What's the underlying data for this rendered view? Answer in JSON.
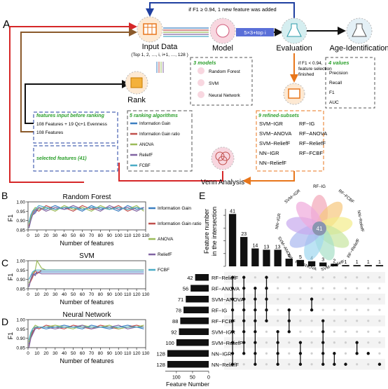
{
  "panel_labels": {
    "A": "A",
    "B": "B",
    "C": "C",
    "D": "D",
    "E": "E"
  },
  "workflow": {
    "feedback_top": "if F1 ≥ 0.94, 1 new feature was added",
    "input_data": "Input Data",
    "input_sub": "(Top 1, 2, …, i, i+1, …, 128 )",
    "model": "Model",
    "model_box": "5×3+top i",
    "evaluation": "Evaluation",
    "age_identification": "Age-Identification",
    "rank": "Rank",
    "condition_low": [
      "if F1 < 0.94,",
      "feature selection",
      "finished"
    ],
    "models_title": "3 models",
    "models": [
      "Random Forest",
      "SVM",
      "Neural Network"
    ],
    "values_title": "4 values",
    "values": [
      "Precision",
      "Recall",
      "F1",
      "AUC"
    ],
    "features_before_title": "features input before ranking",
    "features_before": [
      "108 Features + 19 Qc+1 Evenness",
      "108 Features"
    ],
    "selected_title": "selected features (41)",
    "algorithms_title": "5 ranking algorithms",
    "algorithms": [
      "Information Gain",
      "Information Gain ratio",
      "ANOVA",
      "ReliefF",
      "FCBF"
    ],
    "algorithm_colors": [
      "#3d7fc1",
      "#c0504d",
      "#9bbb59",
      "#8064a2",
      "#4bacc6"
    ],
    "refined_title": "9 refined-subsets",
    "refined_left": [
      "SVM−IGR",
      "SVM−ANOVA",
      "SVM−ReliefF",
      "NN−IGR",
      "NN−ReliefF"
    ],
    "refined_right": [
      "RF−IG",
      "RF−ANOVA",
      "RF−ReliefF",
      "RF−FCBF"
    ],
    "venn": "Venn Analysis"
  },
  "panel_E_labels": {
    "ylabel_top": "Feature number",
    "ylabel_bottom": "in the intersection",
    "xlabel_left": "Feature Number",
    "center_count": "41"
  },
  "chart_data": [
    {
      "panel": "B",
      "type": "line",
      "title": "Random Forest",
      "xlabel": "Number of features",
      "ylabel": "F1",
      "xlim": [
        0,
        130
      ],
      "ylim": [
        0.85,
        1.0
      ],
      "xticks": [
        0,
        10,
        20,
        30,
        40,
        50,
        60,
        70,
        80,
        90,
        100,
        110,
        120,
        130
      ],
      "yticks": [
        0.85,
        0.9,
        0.95,
        1.0
      ],
      "series": [
        {
          "name": "Information Gain",
          "x": [
            1,
            3,
            5,
            8,
            12,
            20,
            30,
            40,
            50,
            60,
            70,
            80,
            90,
            100,
            110,
            120,
            128
          ],
          "values": [
            0.86,
            0.9,
            0.93,
            0.95,
            0.97,
            0.96,
            0.98,
            0.96,
            0.97,
            0.95,
            0.98,
            0.96,
            0.97,
            0.95,
            0.98,
            0.96,
            0.97
          ]
        },
        {
          "name": "Information Gain ratio",
          "x": [
            1,
            3,
            5,
            8,
            12,
            20,
            30,
            40,
            50,
            60,
            70,
            80,
            90,
            100,
            110,
            120,
            128
          ],
          "values": [
            0.87,
            0.92,
            0.94,
            0.96,
            0.95,
            0.98,
            0.96,
            0.97,
            0.95,
            0.98,
            0.96,
            0.97,
            0.96,
            0.98,
            0.95,
            0.97,
            0.96
          ]
        },
        {
          "name": "ANOVA",
          "x": [
            1,
            3,
            5,
            8,
            12,
            20,
            30,
            40,
            50,
            60,
            70,
            80,
            90,
            100,
            110,
            120,
            128
          ],
          "values": [
            0.88,
            0.91,
            0.95,
            0.97,
            0.96,
            0.97,
            0.95,
            0.98,
            0.96,
            0.97,
            0.95,
            0.98,
            0.96,
            0.97,
            0.96,
            0.98,
            0.95
          ]
        },
        {
          "name": "ReliefF",
          "x": [
            1,
            3,
            5,
            8,
            12,
            20,
            30,
            40,
            50,
            60,
            70,
            80,
            90,
            100,
            110,
            120,
            128
          ],
          "values": [
            0.86,
            0.9,
            0.93,
            0.94,
            0.97,
            0.95,
            0.97,
            0.96,
            0.98,
            0.96,
            0.97,
            0.95,
            0.98,
            0.96,
            0.97,
            0.95,
            0.97
          ]
        },
        {
          "name": "FCBF",
          "x": [
            1,
            3,
            5,
            8,
            12,
            20,
            30,
            40,
            50,
            60,
            70,
            80,
            90,
            100,
            110,
            120,
            128
          ],
          "values": [
            0.89,
            0.93,
            0.95,
            0.96,
            0.98,
            0.97,
            0.96,
            0.97,
            0.97,
            0.96,
            0.97,
            0.97,
            0.96,
            0.97,
            0.96,
            0.97,
            0.96
          ]
        }
      ]
    },
    {
      "panel": "C",
      "type": "line",
      "title": "SVM",
      "xlabel": "Number of features",
      "ylabel": "F1",
      "xlim": [
        0,
        130
      ],
      "ylim": [
        0.85,
        1.0
      ],
      "xticks": [
        0,
        10,
        20,
        30,
        40,
        50,
        60,
        70,
        80,
        90,
        100,
        110,
        120,
        130
      ],
      "yticks": [
        0.85,
        0.9,
        0.95,
        1.0
      ],
      "series": [
        {
          "name": "Information Gain",
          "x": [
            1,
            3,
            5,
            8,
            10,
            15,
            20,
            30,
            128
          ],
          "values": [
            0.86,
            0.9,
            0.92,
            0.93,
            0.94,
            0.94,
            0.94,
            0.94,
            0.94
          ]
        },
        {
          "name": "Information Gain ratio",
          "x": [
            1,
            3,
            5,
            8,
            10,
            15,
            20,
            30,
            128
          ],
          "values": [
            0.87,
            0.89,
            0.91,
            0.95,
            0.93,
            0.95,
            0.95,
            0.95,
            0.95
          ]
        },
        {
          "name": "ANOVA",
          "x": [
            1,
            3,
            5,
            8,
            10,
            15,
            20,
            30,
            128
          ],
          "values": [
            0.88,
            0.9,
            0.93,
            0.95,
            1.0,
            0.96,
            0.95,
            0.95,
            0.95
          ]
        },
        {
          "name": "ReliefF",
          "x": [
            1,
            3,
            5,
            8,
            10,
            15,
            20,
            30,
            128
          ],
          "values": [
            0.86,
            0.9,
            0.93,
            0.92,
            0.94,
            0.93,
            0.93,
            0.93,
            0.93
          ]
        },
        {
          "name": "FCBF",
          "x": [
            1,
            3,
            5,
            8,
            10,
            15,
            20,
            30,
            128
          ],
          "values": [
            0.9,
            0.92,
            0.94,
            0.95,
            0.95,
            0.95,
            0.95,
            0.95,
            0.95
          ]
        }
      ]
    },
    {
      "panel": "D",
      "type": "line",
      "title": "Neural Network",
      "xlabel": "Number of features",
      "ylabel": "F1",
      "xlim": [
        0,
        130
      ],
      "ylim": [
        0.85,
        1.0
      ],
      "xticks": [
        0,
        10,
        20,
        30,
        40,
        50,
        60,
        70,
        80,
        90,
        100,
        110,
        120,
        130
      ],
      "yticks": [
        0.85,
        0.9,
        0.95,
        1.0
      ],
      "series": [
        {
          "name": "Information Gain",
          "x": [
            1,
            3,
            5,
            8,
            12,
            20,
            30,
            40,
            50,
            60,
            70,
            80,
            90,
            100,
            110,
            120,
            128
          ],
          "values": [
            0.87,
            0.91,
            0.94,
            0.95,
            0.96,
            0.95,
            0.96,
            0.97,
            0.96,
            0.95,
            0.97,
            0.96,
            0.95,
            0.96,
            0.97,
            0.96,
            0.95
          ]
        },
        {
          "name": "Information Gain ratio",
          "x": [
            1,
            3,
            5,
            8,
            12,
            20,
            30,
            40,
            50,
            60,
            70,
            80,
            90,
            100,
            110,
            120,
            128
          ],
          "values": [
            0.86,
            0.9,
            0.93,
            0.96,
            0.95,
            0.97,
            0.96,
            0.95,
            0.97,
            0.96,
            0.95,
            0.97,
            0.96,
            0.95,
            0.96,
            0.97,
            0.96
          ]
        },
        {
          "name": "ANOVA",
          "x": [
            1,
            3,
            5,
            8,
            12,
            20,
            30,
            40,
            50,
            60,
            70,
            80,
            90,
            100,
            110,
            120,
            128
          ],
          "values": [
            0.88,
            0.92,
            0.95,
            0.97,
            0.96,
            0.96,
            0.97,
            0.96,
            0.95,
            0.97,
            0.96,
            0.96,
            0.97,
            0.95,
            0.96,
            0.96,
            0.97
          ]
        },
        {
          "name": "ReliefF",
          "x": [
            1,
            3,
            5,
            8,
            12,
            20,
            30,
            40,
            50,
            60,
            70,
            80,
            90,
            100,
            110,
            120,
            128
          ],
          "values": [
            0.85,
            0.9,
            0.92,
            0.95,
            0.96,
            0.96,
            0.95,
            0.96,
            0.96,
            0.97,
            0.95,
            0.96,
            0.96,
            0.97,
            0.95,
            0.96,
            0.96
          ]
        },
        {
          "name": "FCBF",
          "x": [
            1,
            3,
            5,
            8,
            12,
            20,
            30,
            40,
            50,
            60,
            70,
            80,
            90,
            100,
            110,
            120,
            128
          ],
          "values": [
            0.89,
            0.93,
            0.95,
            0.96,
            0.96,
            0.96,
            0.96,
            0.96,
            0.96,
            0.96,
            0.96,
            0.96,
            0.96,
            0.96,
            0.96,
            0.96,
            0.96
          ]
        }
      ]
    },
    {
      "panel": "E",
      "type": "bar",
      "subtype": "upset",
      "ylabel": "Feature number in the intersection",
      "intersection_sizes": [
        41,
        23,
        14,
        13,
        13,
        6,
        5,
        4,
        3,
        2,
        1,
        1,
        1,
        1
      ],
      "ylim": [
        0,
        45
      ],
      "set_names": [
        "RF−ReliefF",
        "RF−ANOVA",
        "SVM−ANOVA",
        "RF−IG",
        "RF−FCBF",
        "SVM−IGR",
        "SVM−ReliefF",
        "NN−IGR",
        "NN−ReliefF"
      ],
      "set_sizes": [
        42,
        56,
        71,
        78,
        88,
        92,
        100,
        128,
        128
      ],
      "set_xlabel": "Feature Number",
      "set_xticks": [
        100,
        50,
        0
      ],
      "set_xlim": [
        0,
        130
      ],
      "flower_petals": [
        "RF−IG",
        "RF−FCBF",
        "NN−ReliefF",
        "RF−ReliefF",
        "SVM−ReliefF",
        "RF−ANOVA",
        "SVM−ANOVA",
        "NN−IGR",
        "SVM−IGR"
      ],
      "petal_colors": [
        "#f2a7b8",
        "#f7c77e",
        "#f3ec8a",
        "#c8e6a0",
        "#a8dfc8",
        "#9fd7f0",
        "#a9b8f0",
        "#c7a9ee",
        "#f0a9dc"
      ],
      "matrix_columns": [
        [
          0,
          1,
          2,
          3,
          4,
          5,
          6,
          7,
          8
        ],
        [
          0,
          1,
          2,
          3,
          4,
          5,
          6,
          7
        ],
        [
          1,
          2,
          3,
          4,
          5,
          6,
          7,
          8
        ],
        [
          0,
          1,
          2,
          3,
          4
        ],
        [
          5,
          6,
          7,
          8
        ],
        [
          3,
          4,
          5
        ],
        [
          6,
          7,
          8
        ],
        [
          2,
          3
        ],
        [
          4,
          5,
          6,
          7,
          8
        ],
        [
          7,
          8
        ],
        [
          8
        ],
        [
          6,
          7
        ],
        [
          7
        ],
        [
          8
        ]
      ]
    }
  ]
}
